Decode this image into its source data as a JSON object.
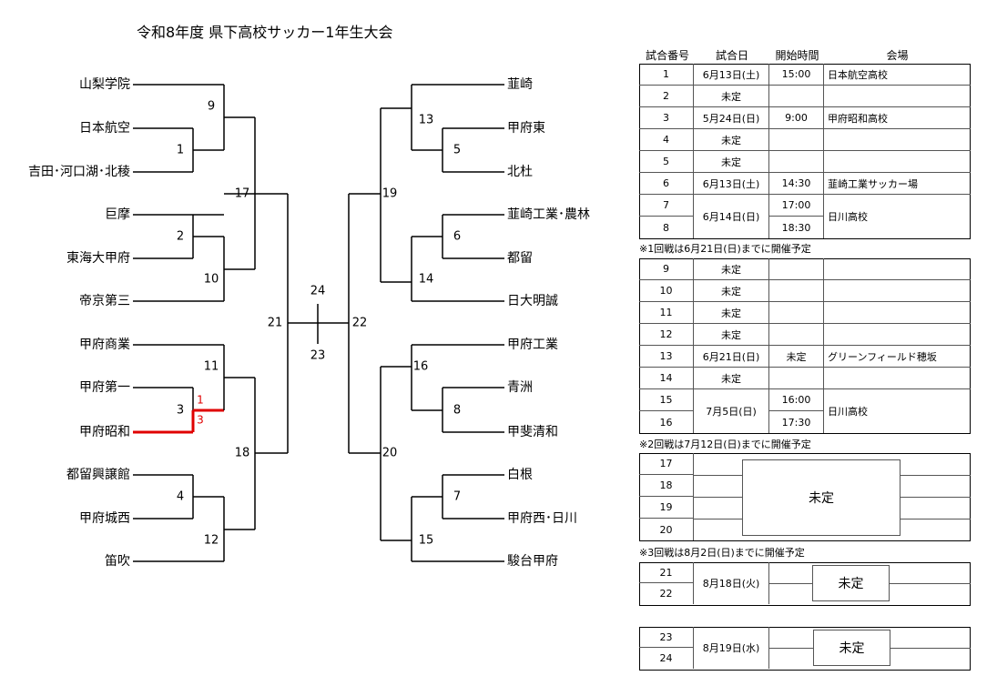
{
  "title": "令和8年度 県下高校サッカー1年生大会",
  "left_teams": [
    "山梨学院",
    "日本航空",
    "吉田･河口湖･北稜",
    "巨摩",
    "東海大甲府",
    "帝京第三",
    "甲府商業",
    "甲府第一",
    "甲府昭和",
    "都留興譲館",
    "甲府城西",
    "笛吹"
  ],
  "right_teams": [
    "韮崎",
    "甲府東",
    "北杜",
    "韮崎工業･農林",
    "都留",
    "日大明誠",
    "甲府工業",
    "青洲",
    "甲斐清和",
    "白根",
    "甲府西･日川",
    "駿台甲府"
  ],
  "match_numbers": {
    "m1": "1",
    "m2": "2",
    "m3": "3",
    "m4": "4",
    "m5": "5",
    "m6": "6",
    "m7": "7",
    "m8": "8",
    "m9": "9",
    "m10": "10",
    "m11": "11",
    "m12": "12",
    "m13": "13",
    "m14": "14",
    "m15": "15",
    "m16": "16",
    "m17": "17",
    "m18": "18",
    "m19": "19",
    "m20": "20",
    "m21": "21",
    "m22": "22",
    "m23": "23",
    "m24": "24"
  },
  "score": {
    "top": "1",
    "bottom": "3"
  },
  "highlight_color": "#e00000",
  "line_color": "#000000",
  "schedule_headers": [
    "試合番号",
    "試合日",
    "開始時間",
    "会場"
  ],
  "schedule_r1": [
    {
      "no": "1",
      "date": "6月13日(土)",
      "time": "15:00",
      "venue": "日本航空高校"
    },
    {
      "no": "2",
      "date": "未定",
      "time": "",
      "venue": ""
    },
    {
      "no": "3",
      "date": "5月24日(日)",
      "time": "9:00",
      "venue": "甲府昭和高校"
    },
    {
      "no": "4",
      "date": "未定",
      "time": "",
      "venue": ""
    },
    {
      "no": "5",
      "date": "未定",
      "time": "",
      "venue": ""
    },
    {
      "no": "6",
      "date": "6月13日(土)",
      "time": "14:30",
      "venue": "韮崎工業サッカー場"
    },
    {
      "no": "7",
      "date": "6月14日(日)",
      "time": "17:00",
      "venue": "日川高校"
    },
    {
      "no": "8",
      "date": "",
      "time": "18:30",
      "venue": ""
    }
  ],
  "note1": "※1回戦は6月21日(日)までに開催予定",
  "schedule_r2": [
    {
      "no": "9",
      "date": "未定",
      "time": "",
      "venue": ""
    },
    {
      "no": "10",
      "date": "未定",
      "time": "",
      "venue": ""
    },
    {
      "no": "11",
      "date": "未定",
      "time": "",
      "venue": ""
    },
    {
      "no": "12",
      "date": "未定",
      "time": "",
      "venue": ""
    },
    {
      "no": "13",
      "date": "6月21日(日)",
      "time": "未定",
      "venue": "グリーンフィールド穂坂"
    },
    {
      "no": "14",
      "date": "未定",
      "time": "",
      "venue": ""
    },
    {
      "no": "15",
      "date": "7月5日(日)",
      "time": "16:00",
      "venue": "日川高校"
    },
    {
      "no": "16",
      "date": "",
      "time": "17:30",
      "venue": ""
    }
  ],
  "note2": "※2回戦は7月12日(日)までに開催予定",
  "schedule_r3": {
    "numbers": [
      "17",
      "18",
      "19",
      "20"
    ],
    "tbd": "未定"
  },
  "note3": "※3回戦は8月2日(日)までに開催予定",
  "schedule_sf": {
    "numbers": [
      "21",
      "22"
    ],
    "date": "8月18日(火)",
    "tbd": "未定"
  },
  "schedule_final": {
    "numbers": [
      "23",
      "24"
    ],
    "date": "8月19日(水)",
    "tbd": "未定"
  }
}
